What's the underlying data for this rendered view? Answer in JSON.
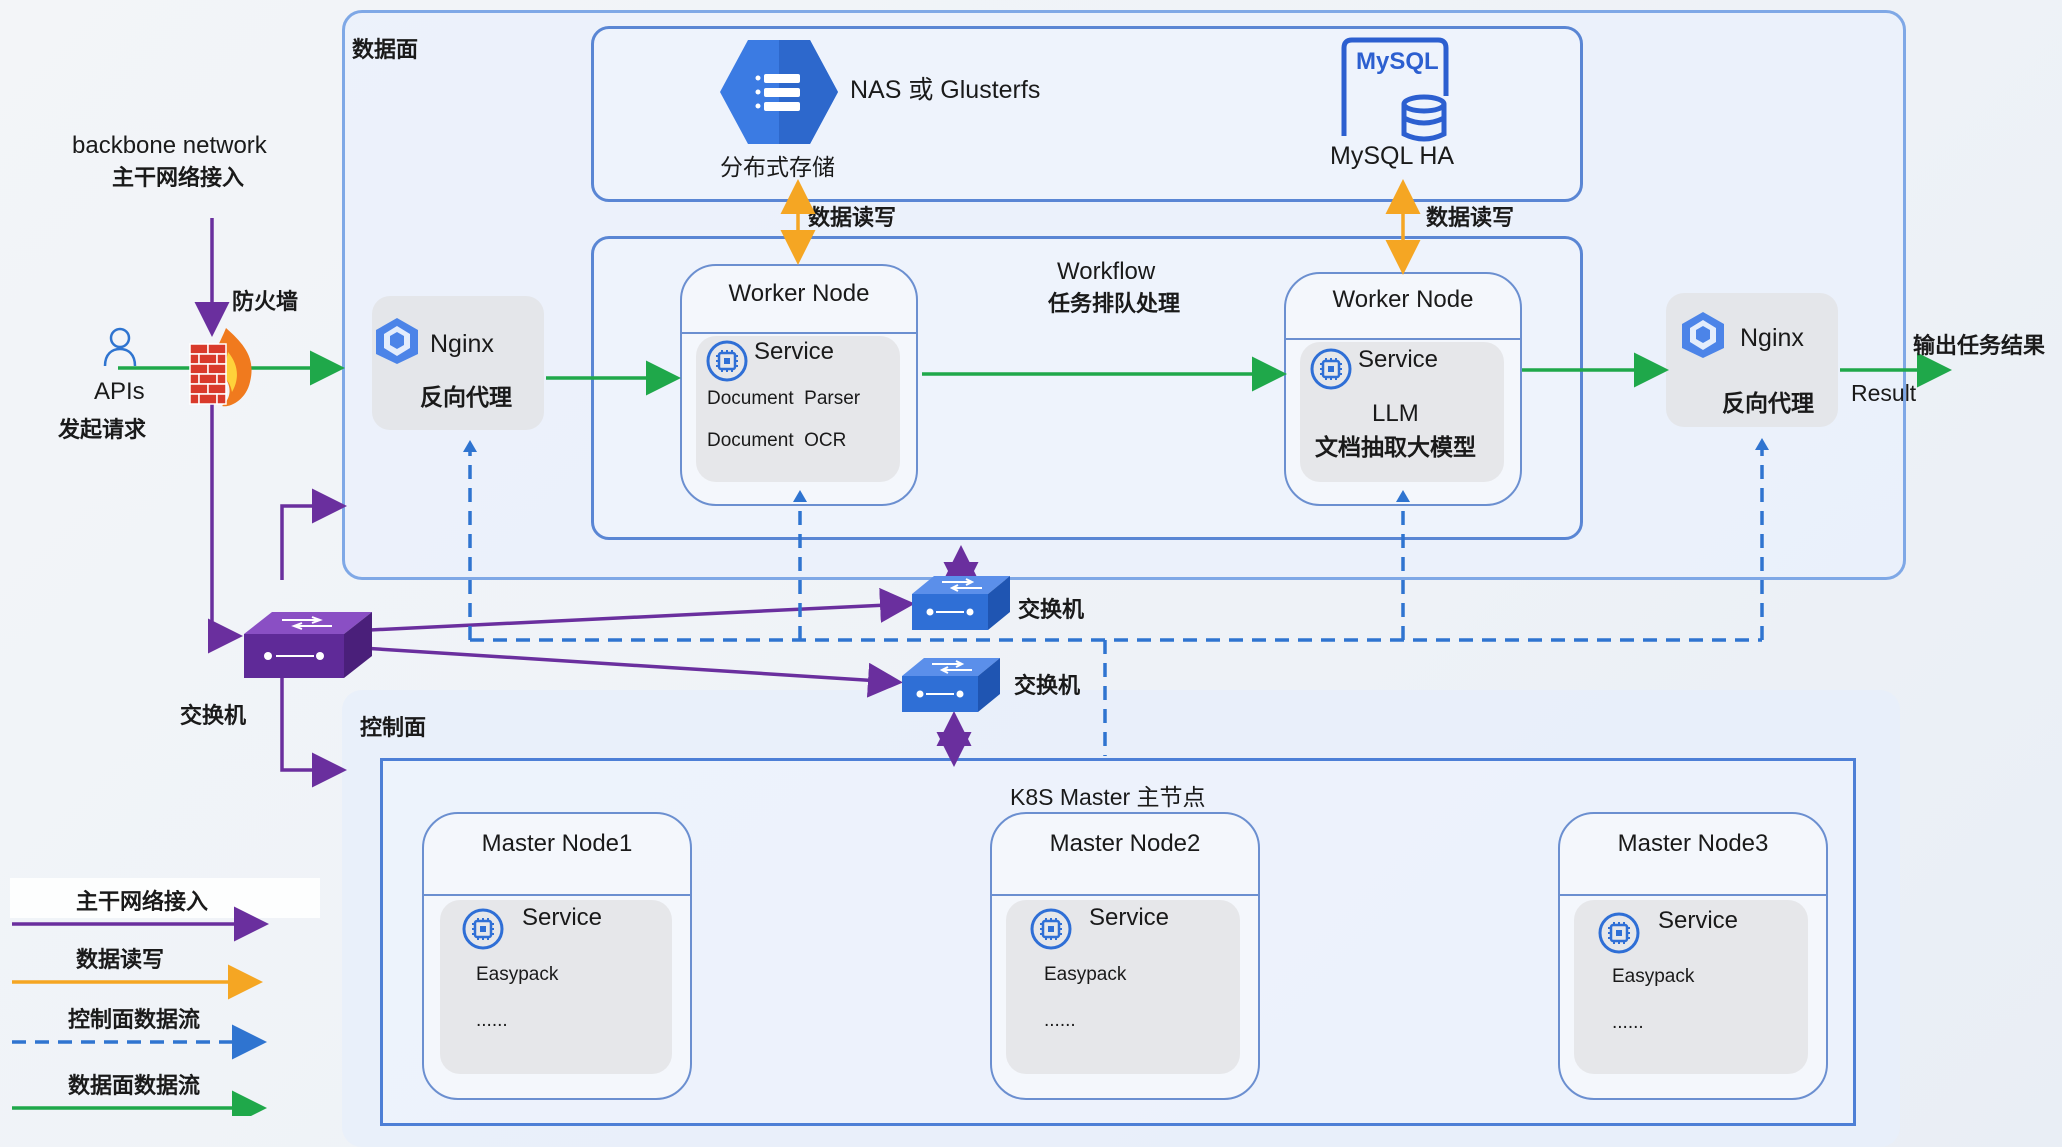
{
  "planes": {
    "data_plane": "数据面",
    "control_plane": "控制面"
  },
  "ingress": {
    "backbone_en": "backbone network",
    "backbone_cn": "主干网络接入",
    "firewall": "防火墙",
    "apis": "APIs",
    "apis_desc": "发起请求"
  },
  "storage": {
    "nas_title": "NAS 或 Glusterfs",
    "nas_label": "分布式存储",
    "mysql_logo": "MySQL",
    "mysql_label": "MySQL HA",
    "rw_left": "数据读写",
    "rw_right": "数据读写"
  },
  "nginx_in": {
    "name": "Nginx",
    "desc": "反向代理"
  },
  "nginx_out": {
    "name": "Nginx",
    "desc": "反向代理"
  },
  "workflow": {
    "title": "Workflow",
    "desc": "任务排队处理"
  },
  "worker1": {
    "title": "Worker Node",
    "service": "Service",
    "line1": "Document  Parser",
    "line2": "Document  OCR"
  },
  "worker2": {
    "title": "Worker Node",
    "service": "Service",
    "line1": "LLM",
    "line2": "文档抽取大模型"
  },
  "output": {
    "cn": "输出任务结果",
    "en": "Result"
  },
  "switches": {
    "left": "交换机",
    "mid_top": "交换机",
    "mid_bottom": "交换机"
  },
  "k8s": {
    "title": "K8S Master 主节点"
  },
  "masters": [
    {
      "title": "Master Node1",
      "service": "Service",
      "line1": "Easypack",
      "line2": "......"
    },
    {
      "title": "Master Node2",
      "service": "Service",
      "line1": "Easypack",
      "line2": "......"
    },
    {
      "title": "Master Node3",
      "service": "Service",
      "line1": "Easypack",
      "line2": "......"
    }
  ],
  "legend": [
    {
      "label": "主干网络接入",
      "color": "#6a2f9e",
      "style": "solid"
    },
    {
      "label": "数据读写",
      "color": "#f5a623",
      "style": "solid"
    },
    {
      "label": "控制面数据流",
      "color": "#2f74d0",
      "style": "dashed"
    },
    {
      "label": "数据面数据流",
      "color": "#1fa84a",
      "style": "solid"
    }
  ],
  "colors": {
    "backbone": "#6a2f9e",
    "rw": "#f5a623",
    "control": "#2f74d0",
    "data": "#1fa84a"
  }
}
